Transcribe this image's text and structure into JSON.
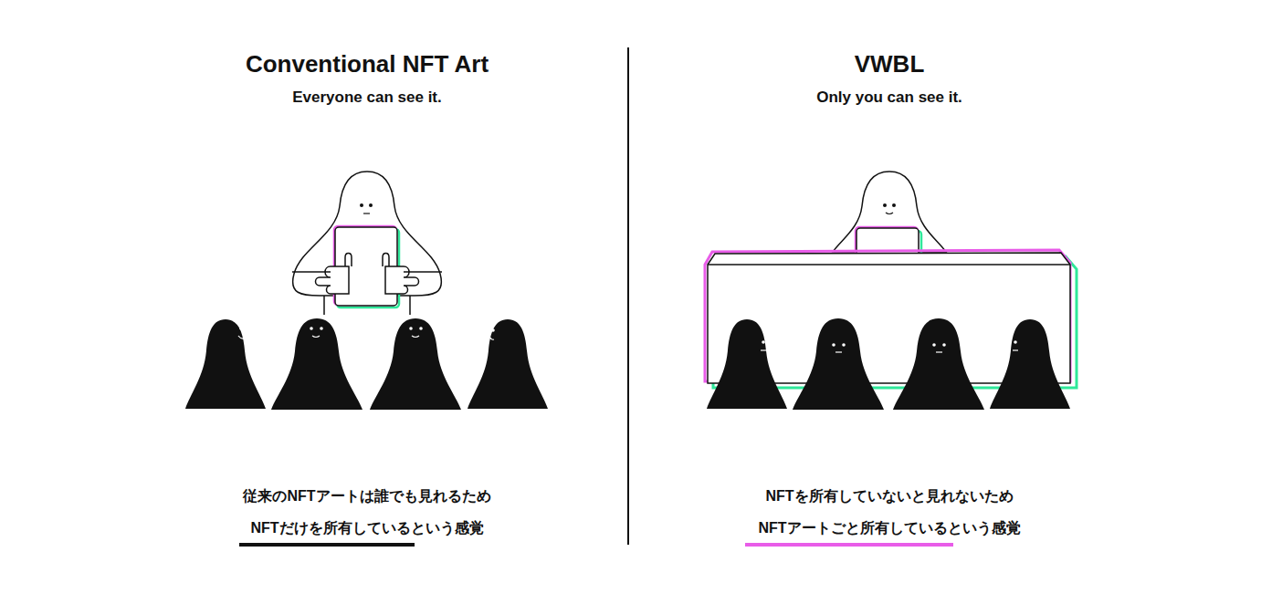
{
  "diagram": {
    "labels": [
      "Conventional NFT Art",
      "Everyone can see it.",
      "VWBL",
      "Only you can see it.",
      "従来のNFTアートは誰でも見れるため",
      "NFTだけを所有しているという感覚",
      "NFTを所有していないと見れないため",
      "NFTアートごと所有しているという感覚"
    ]
  }
}
